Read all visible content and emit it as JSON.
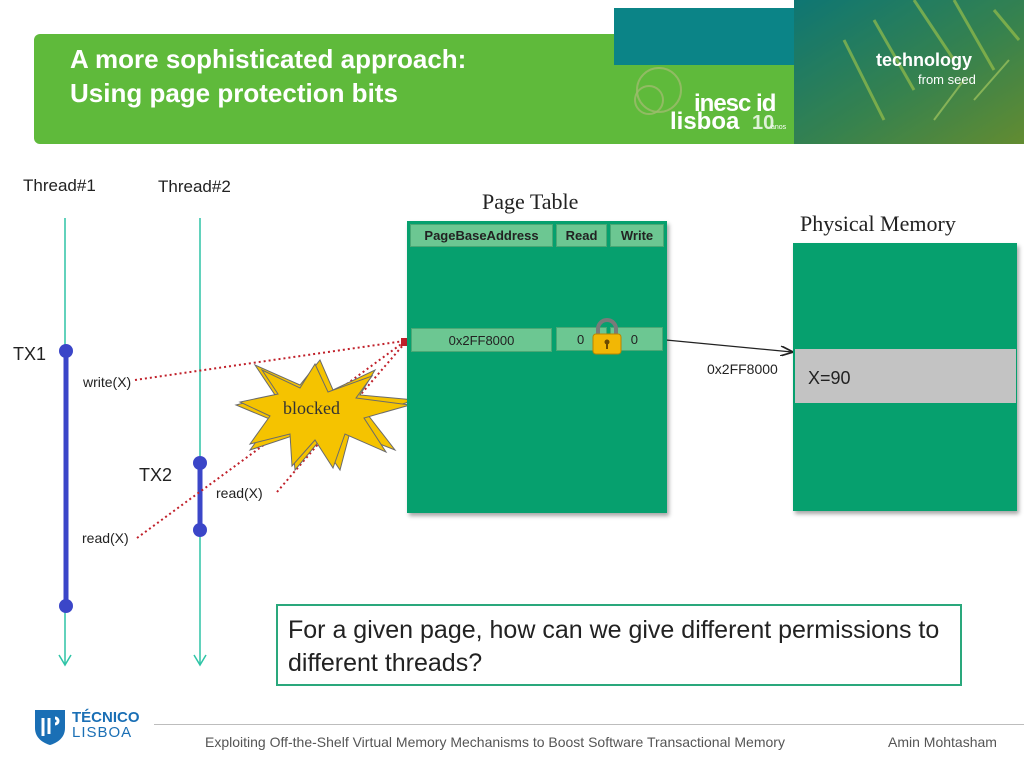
{
  "header": {
    "title_line1": "A more sophisticated approach:",
    "title_line2": "Using page protection bits",
    "tagline_main": "technology",
    "tagline_sub": "from seed",
    "logo_inesc": "inesc id",
    "logo_lisboa": "lisboa",
    "logo_years": "10",
    "logo_anos": "anos"
  },
  "threads": {
    "thread1": "Thread#1",
    "thread2": "Thread#2"
  },
  "transactions": {
    "tx1": "TX1",
    "tx2": "TX2"
  },
  "operations": {
    "tx1_write": "write(X)",
    "tx2_read": "read(X)",
    "t1_read": "read(X)"
  },
  "blocked_label": "blocked",
  "page_table": {
    "title": "Page Table",
    "headers": [
      "PageBaseAddress",
      "Read",
      "Write"
    ],
    "row": {
      "address": "0x2FF8000",
      "read": "0",
      "write": "0"
    },
    "lock_icon": "padlock-locked"
  },
  "physical_memory": {
    "title": "Physical Memory",
    "address_label": "0x2FF8000",
    "cell_value": "X=90"
  },
  "question": "For a given page, how can we give different permissions to different threads?",
  "footer": {
    "institution_line1": "TÉCNICO",
    "institution_line2": "LISBOA",
    "talk_title": "Exploiting Off-the-Shelf Virtual Memory Mechanisms to Boost Software Transactional Memory",
    "author": "Amin Mohtasham"
  },
  "colors": {
    "header_green": "#5fba3b",
    "table_green": "#06a06e",
    "cell_green": "#6cc792",
    "thread_line": "#2ec4a6",
    "tx_bar": "#3b46c8",
    "conflict_red": "#c0202a",
    "starburst": "#f5c300"
  }
}
